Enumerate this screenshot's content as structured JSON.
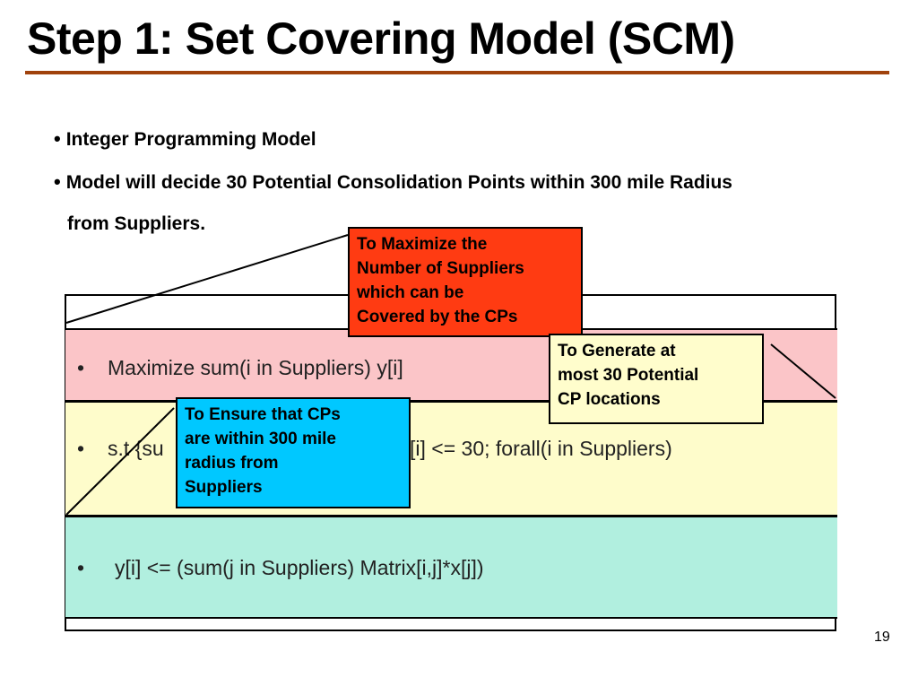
{
  "slide": {
    "title": "Step 1: Set Covering Model (SCM)",
    "bullets": [
      "Integer Programming Model",
      "Model will decide 30 Potential Consolidation Points within 300 mile Radius",
      "from Suppliers."
    ],
    "bullet_symbol": "•",
    "model": {
      "objective": "Maximize sum(i in Suppliers) y[i]",
      "constraint_visible_left": "s.t {su",
      "constraint_visible_right": "[i] <= 30; forall(i in Suppliers)",
      "coverage": "y[i] <= (sum(j in Suppliers) Matrix[i,j]*x[j])"
    },
    "callouts": {
      "objective": [
        "To Maximize the",
        "Number of Suppliers",
        "which can be",
        "Covered by the CPs"
      ],
      "limit": [
        "To Generate at",
        "most 30 Potential",
        "CP locations"
      ],
      "radius": [
        "To Ensure that CPs",
        "are within 300 mile",
        "radius from",
        "Suppliers"
      ]
    },
    "page_number": "19",
    "colors": {
      "title_rule": "#a0420c",
      "objective_band": "#fbc5c8",
      "constraint_band": "#fefccb",
      "coverage_band": "#b1efdf",
      "callout_red": "#ff3b12",
      "callout_yellow": "#fffdcc",
      "callout_blue": "#00c8ff"
    }
  }
}
